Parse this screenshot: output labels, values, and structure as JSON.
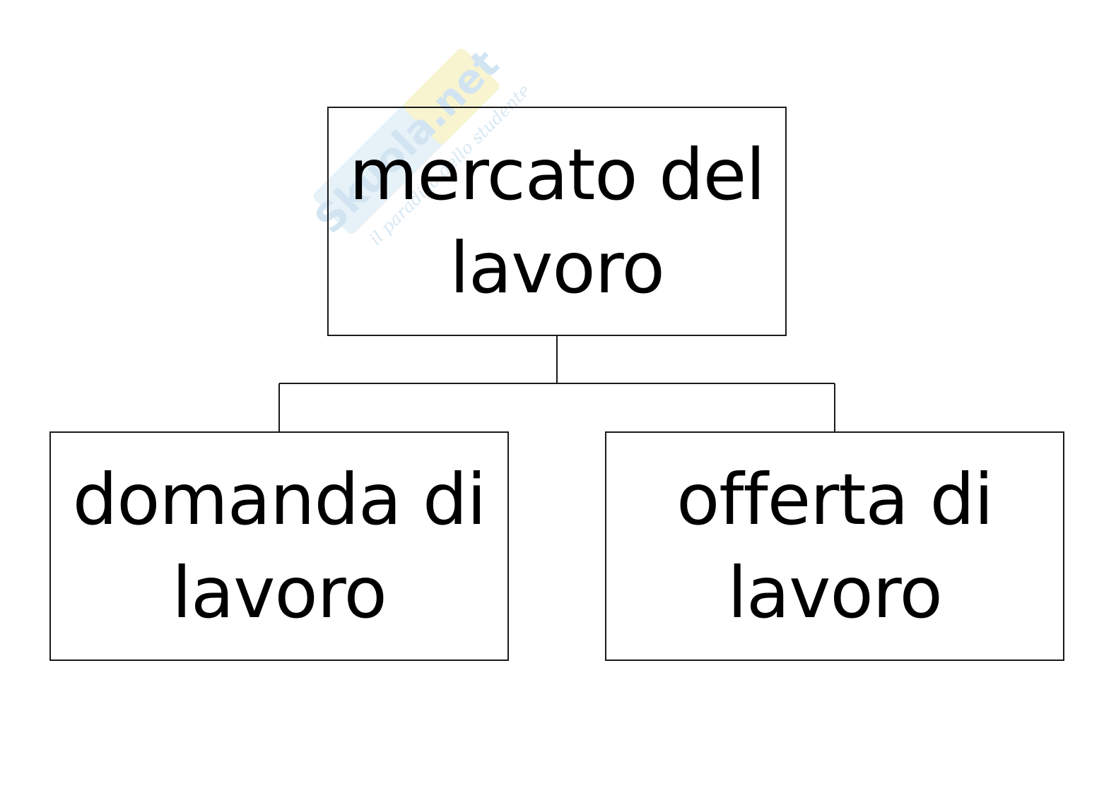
{
  "diagram": {
    "root": {
      "label": "mercato del lavoro"
    },
    "children": [
      {
        "label": "domanda di lavoro"
      },
      {
        "label": "offerta di lavoro"
      }
    ]
  },
  "watermark": {
    "brand": "Skuola.net",
    "tagline": "il paradiso dello studente"
  },
  "colors": {
    "line": "#1a1a1a",
    "text": "#000000",
    "background": "#ffffff",
    "watermark_blue": "#dcebf5",
    "watermark_yellow": "#f7f3c8"
  }
}
